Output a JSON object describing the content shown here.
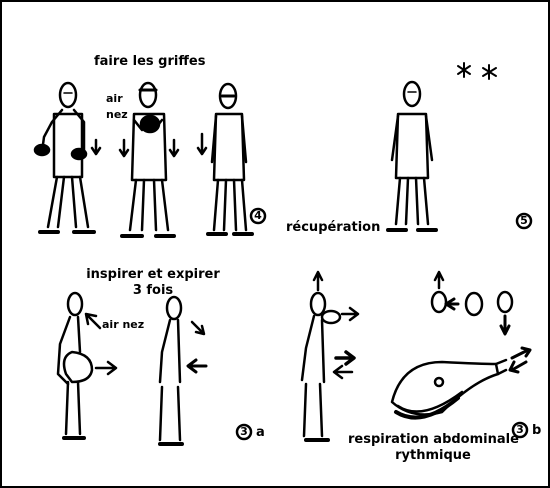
{
  "labels": {
    "faire_griffes": "faire les griffes",
    "air": "air",
    "nez": "nez",
    "recuperation": "récupération",
    "inspirer_line1": "inspirer et expirer",
    "inspirer_line2": "3 fois",
    "air_nez": "air nez",
    "resp_line1": "respiration abdominale",
    "resp_line2": "rythmique"
  },
  "step_markers": {
    "step4": "4",
    "step5": "5",
    "step3a_num": "3",
    "step3a_letter": "a",
    "step3b_num": "3",
    "step3b_letter": "b"
  },
  "colors": {
    "ink": "#000000",
    "paper": "#ffffff"
  }
}
